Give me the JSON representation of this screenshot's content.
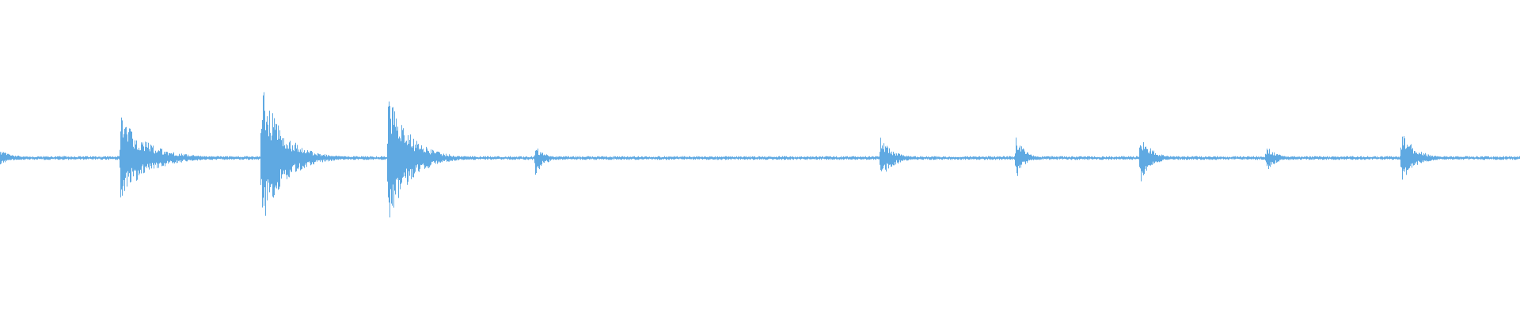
{
  "waveform": {
    "color": "#5fa9e2",
    "baseline_noise_amplitude": 0.012,
    "duration_fraction_markers_note": "",
    "transients": [
      {
        "t": 0.0,
        "peak_up": 0.05,
        "peak_down": 0.04,
        "decay": 0.01
      },
      {
        "t": 0.079,
        "peak_up": 0.27,
        "peak_down": 0.27,
        "decay": 0.018
      },
      {
        "t": 0.172,
        "peak_up": 0.48,
        "peak_down": 0.48,
        "decay": 0.014
      },
      {
        "t": 0.255,
        "peak_up": 0.43,
        "peak_down": 0.43,
        "decay": 0.014
      },
      {
        "t": 0.352,
        "peak_up": 0.08,
        "peak_down": 0.11,
        "decay": 0.006
      },
      {
        "t": 0.579,
        "peak_up": 0.14,
        "peak_down": 0.15,
        "decay": 0.008
      },
      {
        "t": 0.668,
        "peak_up": 0.17,
        "peak_down": 0.15,
        "decay": 0.005
      },
      {
        "t": 0.75,
        "peak_up": 0.17,
        "peak_down": 0.16,
        "decay": 0.007
      },
      {
        "t": 0.833,
        "peak_up": 0.09,
        "peak_down": 0.09,
        "decay": 0.006
      },
      {
        "t": 0.922,
        "peak_up": 0.18,
        "peak_down": 0.16,
        "decay": 0.009
      }
    ]
  }
}
